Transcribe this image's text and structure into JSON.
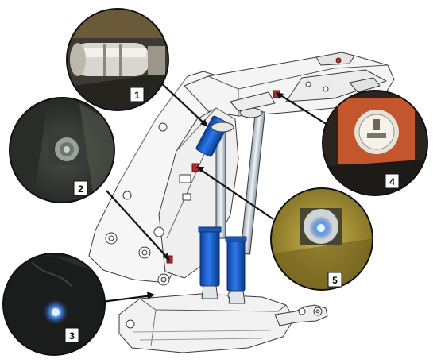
{
  "callouts": [
    {
      "number": "1",
      "subject": "cylinder-sensor-closeup"
    },
    {
      "number": "2",
      "subject": "floor-joint-sensor-closeup"
    },
    {
      "number": "3",
      "subject": "blue-led-sensor-closeup"
    },
    {
      "number": "4",
      "subject": "canopy-gauge-closeup"
    },
    {
      "number": "5",
      "subject": "blue-lit-fitting-closeup"
    }
  ],
  "colors": {
    "frame": "#f4f4f4",
    "outline": "#3a3a3a",
    "cylinder": "#1a5fd0",
    "rod": "#c9d4dc",
    "sensor": "#b22a2a",
    "leader": "#111111",
    "label_bg": "#ffffff"
  }
}
